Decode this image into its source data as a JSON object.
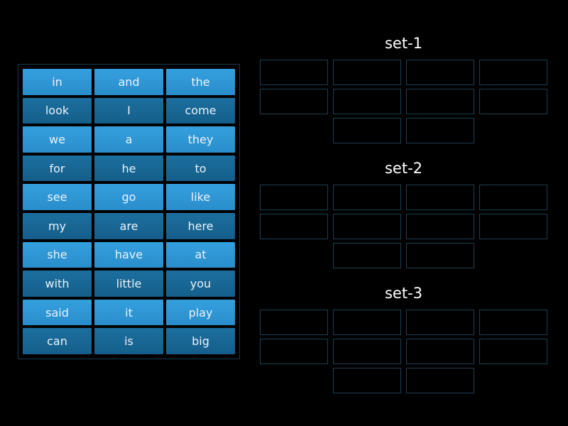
{
  "page": {
    "background": "#000000",
    "type": "group-sort-game"
  },
  "colors": {
    "tile_light": "#2e96d8",
    "tile_dark": "#176695",
    "tile_text": "#eaf3fa",
    "word_bank_border": "#163a52",
    "slot_border": "#1d3f53",
    "title_text": "#ffffff"
  },
  "word_bank": {
    "tiles": [
      {
        "label": "in",
        "shade": "light"
      },
      {
        "label": "and",
        "shade": "light"
      },
      {
        "label": "the",
        "shade": "light"
      },
      {
        "label": "look",
        "shade": "dark"
      },
      {
        "label": "I",
        "shade": "dark"
      },
      {
        "label": "come",
        "shade": "dark"
      },
      {
        "label": "we",
        "shade": "light"
      },
      {
        "label": "a",
        "shade": "light"
      },
      {
        "label": "they",
        "shade": "light"
      },
      {
        "label": "for",
        "shade": "dark"
      },
      {
        "label": "he",
        "shade": "dark"
      },
      {
        "label": "to",
        "shade": "dark"
      },
      {
        "label": "see",
        "shade": "light"
      },
      {
        "label": "go",
        "shade": "light"
      },
      {
        "label": "like",
        "shade": "light"
      },
      {
        "label": "my",
        "shade": "dark"
      },
      {
        "label": "are",
        "shade": "dark"
      },
      {
        "label": "here",
        "shade": "dark"
      },
      {
        "label": "she",
        "shade": "light"
      },
      {
        "label": "have",
        "shade": "light"
      },
      {
        "label": "at",
        "shade": "light"
      },
      {
        "label": "with",
        "shade": "dark"
      },
      {
        "label": "little",
        "shade": "dark"
      },
      {
        "label": "you",
        "shade": "dark"
      },
      {
        "label": "said",
        "shade": "light"
      },
      {
        "label": "it",
        "shade": "light"
      },
      {
        "label": "play",
        "shade": "light"
      },
      {
        "label": "can",
        "shade": "dark"
      },
      {
        "label": "is",
        "shade": "dark"
      },
      {
        "label": "big",
        "shade": "dark"
      }
    ]
  },
  "groups": [
    {
      "title": "set-1",
      "slot_rows": [
        4,
        4,
        2
      ]
    },
    {
      "title": "set-2",
      "slot_rows": [
        4,
        4,
        2
      ]
    },
    {
      "title": "set-3",
      "slot_rows": [
        4,
        4,
        2
      ]
    }
  ]
}
